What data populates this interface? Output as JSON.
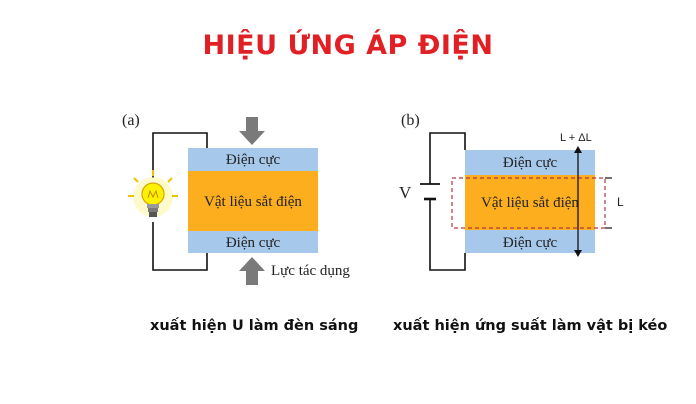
{
  "title": "HIỆU ỨNG ÁP ĐIỆN",
  "panel_a": {
    "label": "(a)",
    "top_electrode": "Điện cực",
    "material": "Vật liệu sắt điện",
    "bottom_electrode": "Điện cực",
    "force_label": "Lực tác dụng",
    "caption": "xuất hiện U làm đèn sáng",
    "icons": [
      "lightbulb-icon",
      "arrow-down-icon",
      "arrow-up-icon"
    ]
  },
  "panel_b": {
    "label": "(b)",
    "top_electrode": "Điện cực",
    "material": "Vật liệu sắt điện",
    "bottom_electrode": "Điện cực",
    "voltage_label": "V",
    "extended_length_label": "L + ΔL",
    "original_length_label": "L",
    "caption": "xuất hiện ứng suất làm vật bị kéo"
  },
  "colors": {
    "title": "#e02025",
    "electrode": "#a6c8ea",
    "material": "#fcae1f",
    "arrow": "#7a7a7a",
    "bulb": "#fff200",
    "dashed_outline": "#b03a3a"
  }
}
